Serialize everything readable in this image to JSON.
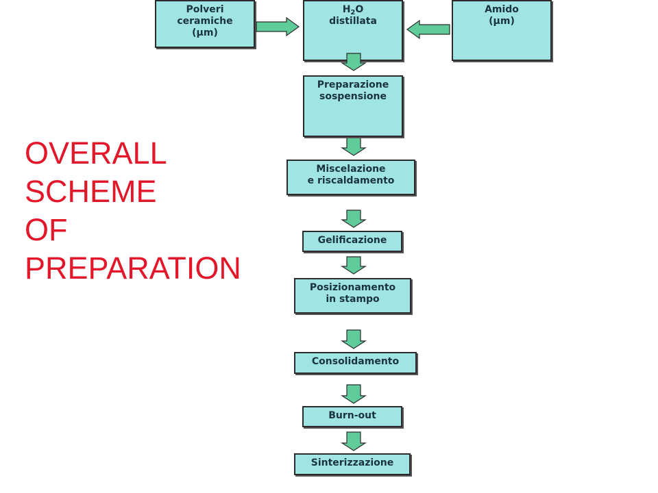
{
  "inputs": {
    "powders": [
      "Polveri",
      "ceramiche",
      "(μm)"
    ],
    "water": {
      "symbol": "H",
      "sub": "2",
      "after": "O",
      "line2": "distillata"
    },
    "starch": [
      "Amido",
      "(μm)"
    ]
  },
  "steps": [
    [
      "Preparazione",
      "sospensione"
    ],
    [
      "Miscelazione",
      "e riscaldamento"
    ],
    [
      "Gelificazione"
    ],
    [
      "Posizionamento",
      "in stampo"
    ],
    [
      "Consolidamento"
    ],
    [
      "Burn-out"
    ],
    [
      "Sinterizzazione"
    ]
  ],
  "title": [
    "OVERALL",
    "SCHEME",
    "OF",
    "PREPARATION"
  ],
  "colors": {
    "box_fill": "#a0e4e4",
    "box_border": "#2b2b2b",
    "arrow_fill": "#5fcc9a",
    "title": "#e3172a"
  }
}
